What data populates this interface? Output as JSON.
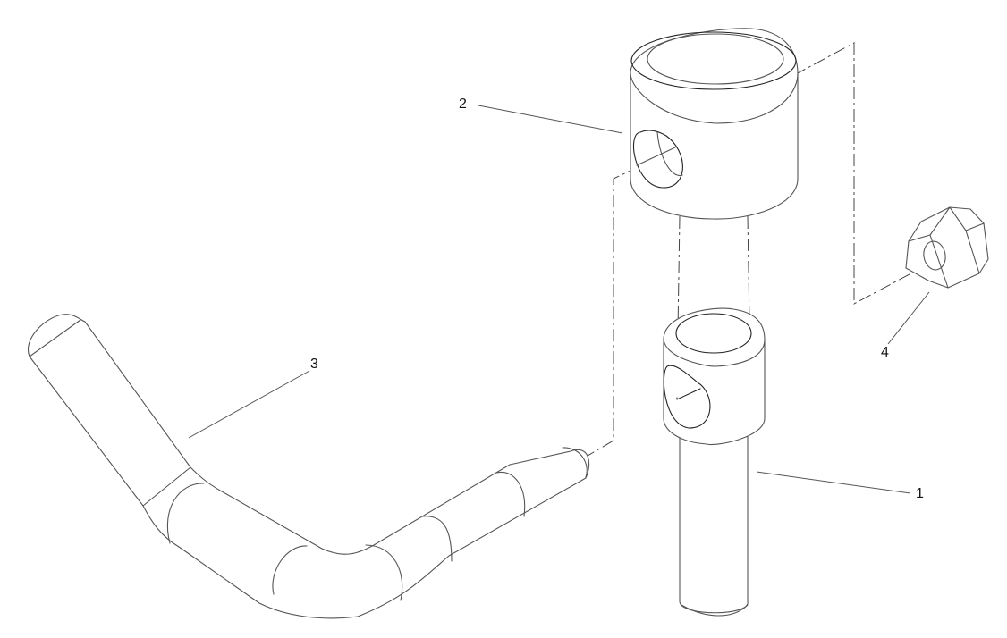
{
  "diagram": {
    "type": "exploded-view parts diagram",
    "style": "black line art on white background",
    "callouts": [
      {
        "number": "1",
        "part": "vertical pin shaft with collar"
      },
      {
        "number": "2",
        "part": "cylindrical collar with cross hole"
      },
      {
        "number": "3",
        "part": "bent rod / handle"
      },
      {
        "number": "4",
        "part": "hex nut"
      }
    ]
  },
  "callouts": {
    "c1": "1",
    "c2": "2",
    "c3": "3",
    "c4": "4"
  },
  "colors": {
    "line": "#555555",
    "background": "#ffffff",
    "text": "#111111"
  }
}
